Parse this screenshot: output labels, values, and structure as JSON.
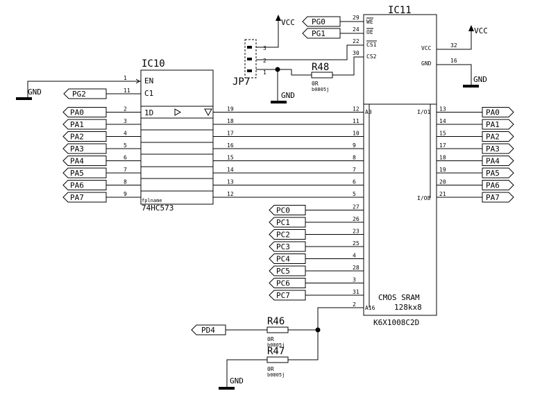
{
  "ic10": {
    "refdes": "IC10",
    "part": "74HC573",
    "fpl": "fplname",
    "pin_en": "EN",
    "pin_c1": "C1",
    "pin_1d": "1D",
    "en_pin_num": "1",
    "c1_pin_num": "11",
    "in_pin_nums": [
      "2",
      "3",
      "4",
      "5",
      "6",
      "7",
      "8",
      "9"
    ],
    "out_pin_nums": [
      "19",
      "18",
      "17",
      "16",
      "15",
      "14",
      "13",
      "12"
    ]
  },
  "ic11": {
    "refdes": "IC11",
    "part": "K6X1008C2D",
    "desc_line1": "CMOS SRAM",
    "desc_line2": "128kx8",
    "pin_we": "WE",
    "pin_oe": "OE",
    "pin_cs1": "CS1",
    "pin_cs2": "CS2",
    "pin_vcc": "VCC",
    "pin_gnd": "GND",
    "pin_a0": "A0",
    "pin_a16": "A16",
    "pin_io1": "I/O1",
    "pin_io8": "I/O8",
    "we_pin_num": "29",
    "oe_pin_num": "24",
    "cs1_pin_num": "22",
    "cs2_pin_num": "30",
    "vcc_pin_num": "32",
    "gnd_pin_num": "16",
    "a16_pin_num": "2",
    "addr_pin_nums": [
      "12",
      "11",
      "10",
      "9",
      "8",
      "7",
      "6",
      "5"
    ],
    "pc_pin_nums": [
      "27",
      "26",
      "23",
      "25",
      "4",
      "28",
      "3",
      "31"
    ],
    "io_pin_nums": [
      "13",
      "14",
      "15",
      "17",
      "18",
      "19",
      "20",
      "21"
    ]
  },
  "nets": {
    "pa": [
      "PA0",
      "PA1",
      "PA2",
      "PA3",
      "PA4",
      "PA5",
      "PA6",
      "PA7"
    ],
    "pc": [
      "PC0",
      "PC1",
      "PC2",
      "PC3",
      "PC4",
      "PC5",
      "PC6",
      "PC7"
    ],
    "pg0": "PG0",
    "pg1": "PG1",
    "pg2": "PG2",
    "pd4": "PD4",
    "vcc": "VCC",
    "gnd": "GND"
  },
  "jp7": {
    "refdes": "JP7",
    "pins": [
      "3",
      "2",
      "1"
    ]
  },
  "r48": {
    "refdes": "R48",
    "value": "0R",
    "package": "b0805j"
  },
  "r46": {
    "refdes": "R46",
    "value": "0R",
    "package": "b0805j"
  },
  "r47": {
    "refdes": "R47",
    "value": "0R",
    "package": "b0805j"
  }
}
